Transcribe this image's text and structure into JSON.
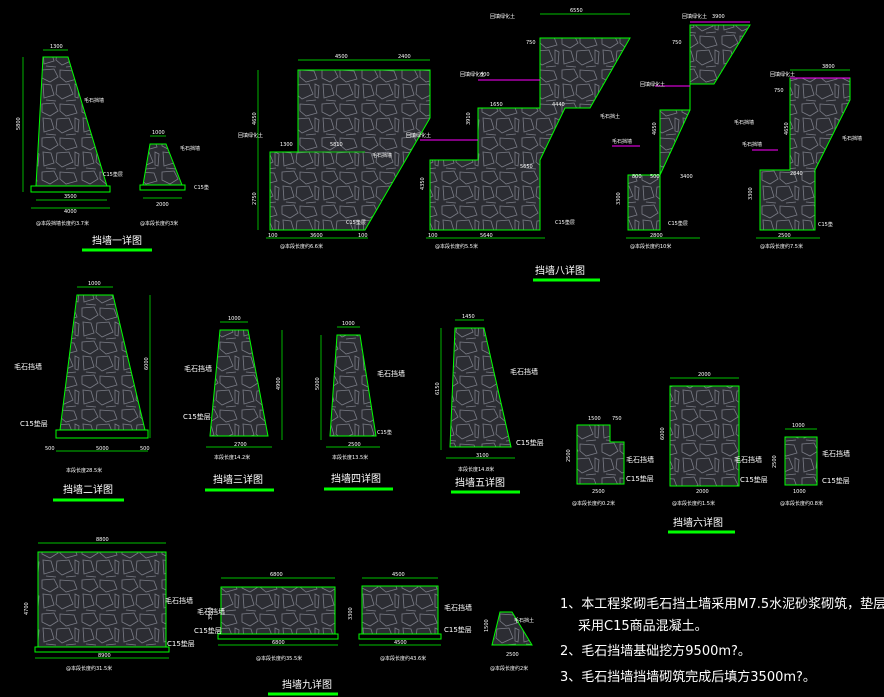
{
  "colors": {
    "background": "#000000",
    "lines": "#00ff00",
    "stone_fill": "#2c2d33",
    "text": "#ffffff",
    "soil_line": "#ff00ff"
  },
  "labels": {
    "rubble_wall": "毛石挡墙",
    "rubble_wall_alt": "毛石挡土",
    "c15_cushion": "C15垫层",
    "c15_cushion_alt": "C15垫",
    "backfill_soil": "回填绿化土"
  },
  "titles": {
    "wall1": "挡墙一详图",
    "wall2": "挡墙二详图",
    "wall3": "挡墙三详图",
    "wall4": "挡墙四详图",
    "wall5": "挡墙五详图",
    "wall6": "挡墙六详图",
    "wall8": "挡墙八详图",
    "wall9": "挡墙九详图"
  },
  "section_lengths": {
    "wall1_a": "@本段挡墙长度约3.7米",
    "wall1_b": "@本段长度约3米",
    "wall2": "本段长度28.5米",
    "wall3": "本段长度14.2米",
    "wall4": "本段长度13.5米",
    "wall5": "本段长度14.8米",
    "wall6_a": "@本段长度约0.2米",
    "wall6_b": "@本段长度约1.5米",
    "wall6_c": "@本段长度约0.8米",
    "wall8_a": "@本段长度约6.6米",
    "wall8_b": "@本段长度约5.5米",
    "wall8_c": "@本段长度约10米",
    "wall8_d": "@本段长度约7.5米",
    "wall9_a": "@本段长度约31.5米",
    "wall9_b": "@本段长度约35.5米",
    "wall9_c": "@本段长度约43.6米",
    "wall9_d": "@本段长度约2米"
  },
  "dims": {
    "w1_top": "1300",
    "w1_h": "5800",
    "w1_b1": "3500",
    "w1_b2": "4000",
    "w1s_top": "1000",
    "w1s_b": "2000",
    "w8_1_top_a": "4500",
    "w8_1_top_b": "2400",
    "w8_1_h": "4650",
    "w8_1_mid": "1300",
    "w8_1_w": "5810",
    "w8_1_h2": "2750",
    "w8_1_b": "3600",
    "w8_1_e": "100",
    "w8_2_top": "6550",
    "w8_2_step": "750",
    "w8_2_mid": "4440",
    "w8_2_h": "3910",
    "w8_2_h2": "4350",
    "w8_2_w": "5650",
    "w8_2_b": "5640",
    "w8_2_s": "600",
    "w8_2_t": "1650",
    "w8_3_top": "3900",
    "w8_3_step": "750",
    "w8_3_h": "4650",
    "w8_3_a": "800",
    "w8_3_b": "500",
    "w8_3_c": "3400",
    "w8_3_d": "3300",
    "w8_3_e": "2800",
    "w8_4_top": "3800",
    "w8_4_step": "750",
    "w8_4_h": "4650",
    "w8_4_a": "3300",
    "w8_4_b": "2840",
    "w8_4_c": "2500",
    "w2_top": "1000",
    "w2_h": "6000",
    "w2_b": "5000",
    "w2_e": "500",
    "w3_top": "1000",
    "w3_h": "4900",
    "w3_b": "2700",
    "w4_top": "1000",
    "w4_h": "5000",
    "w4_b": "2500",
    "w5_top": "1450",
    "w5_h": "6150",
    "w5_b": "3100",
    "w6_a_top1": "1500",
    "w6_a_top2": "750",
    "w6_a_h": "2500",
    "w6_a_b": "2500",
    "w6_b_top": "2000",
    "w6_b_h": "6000",
    "w6_b_b": "2000",
    "w6_c_top": "1000",
    "w6_c_h": "2500",
    "w6_c_b": "1000",
    "w9_1_top": "8800",
    "w9_1_h": "4700",
    "w9_1_b": "8900",
    "w9_2_top": "6800",
    "w9_2_h": "3500",
    "w9_2_b": "6800",
    "w9_3_top": "4500",
    "w9_3_h": "3300",
    "w9_3_b": "4500",
    "w9_4_b": "2500",
    "w9_4_h": "1500",
    "edge100": "100"
  },
  "notes": [
    "1、本工程浆砌毛石挡土墙采用M7.5水泥砂浆砌筑，垫层",
    "采用C15商品混凝土。",
    "2、毛石挡墙基础挖方9500m?。",
    "3、毛石挡墙挡墙砌筑完成后填方3500m?。"
  ]
}
